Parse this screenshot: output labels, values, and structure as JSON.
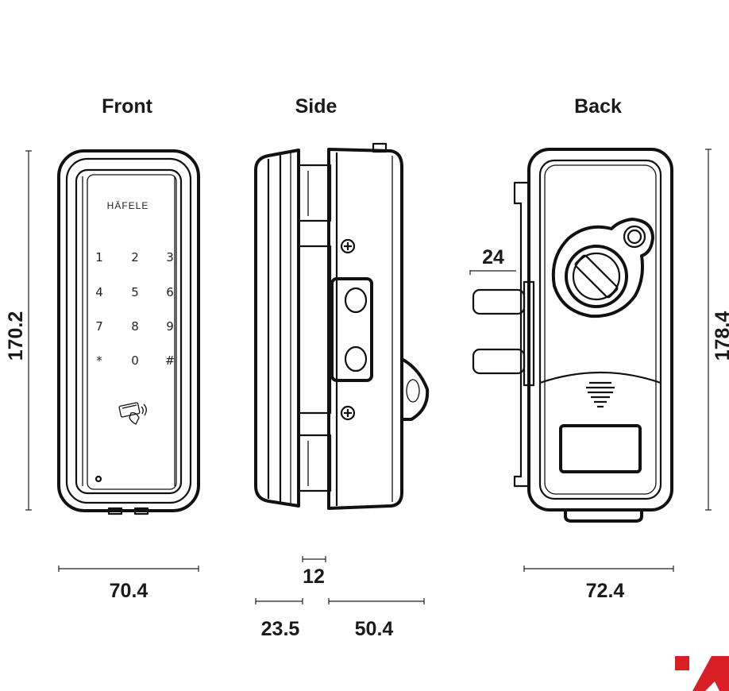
{
  "views": {
    "front": "Front",
    "side": "Side",
    "back": "Back"
  },
  "brand": "HÄFELE",
  "keypad": [
    "1",
    "2",
    "3",
    "4",
    "5",
    "6",
    "7",
    "8",
    "9",
    "*",
    "0",
    "#"
  ],
  "dimensions": {
    "front_width": "70.4",
    "front_height": "170.2",
    "back_width": "72.4",
    "back_height": "178.4",
    "back_bolt_offset": "24",
    "side_gap": "12",
    "side_front": "23.5",
    "side_back": "50.4"
  },
  "colors": {
    "line": "#111111",
    "logo_red": "#d91f26"
  },
  "icons": {
    "card_reader": "card-reader-icon",
    "speaker": "speaker-icon",
    "logo": "hafele-logo-icon"
  }
}
